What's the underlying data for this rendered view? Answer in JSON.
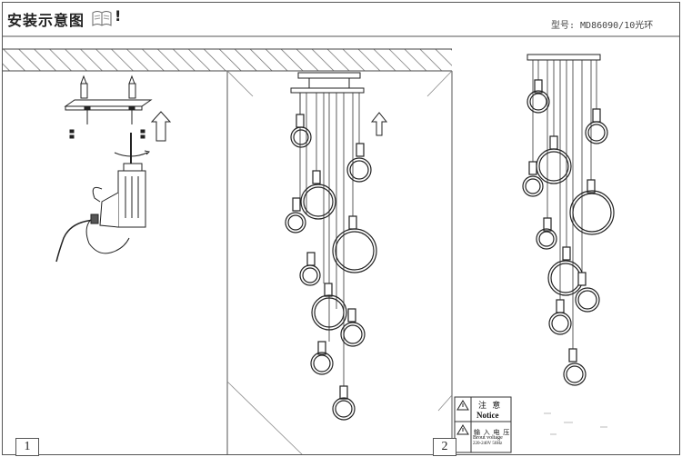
{
  "header": {
    "title": "安装示意图",
    "suffix": "!",
    "icon": "book-icon",
    "model_label": "型号: MD86090/10光环"
  },
  "steps": [
    {
      "number": "1"
    },
    {
      "number": "2"
    }
  ],
  "notice": {
    "title": "注 意",
    "title_en": "Notice",
    "input_title": "输 入 电 压",
    "input_en": "Brout voltage",
    "input_value": "220-240V 50Hz",
    "icon": "warning-triangle-icon"
  },
  "colors": {
    "line": "#333333",
    "hatch": "#555555",
    "paper": "#ffffff"
  }
}
